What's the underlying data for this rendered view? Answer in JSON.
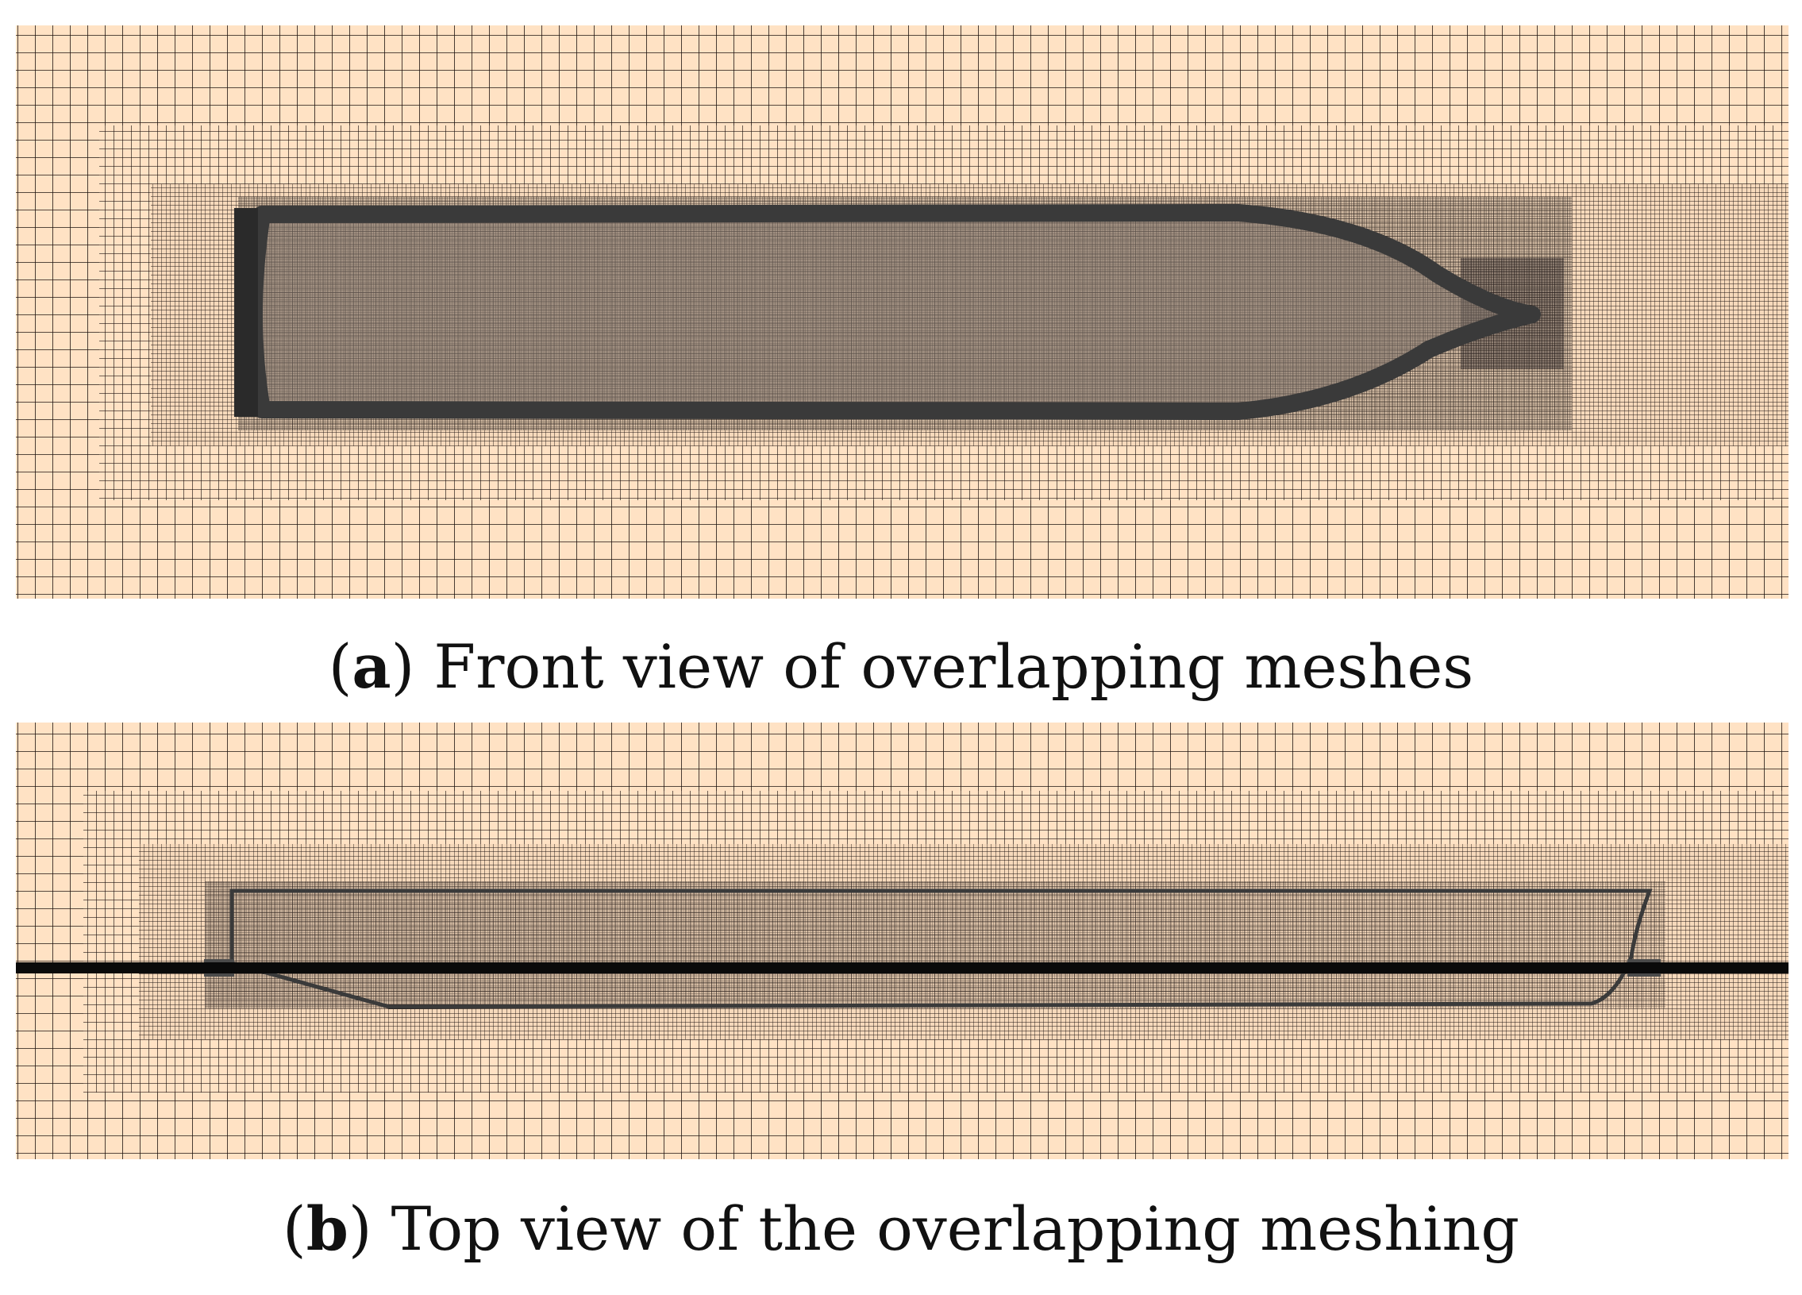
{
  "figure": {
    "panels": [
      {
        "id": "a",
        "letter": "a",
        "caption": "Front view of overlapping meshes"
      },
      {
        "id": "b",
        "letter": "b",
        "caption": "Top view of the overlapping meshing"
      }
    ],
    "colors": {
      "background_mesh_fill": "#FFE2C4",
      "grid_line": "#1e1410",
      "hull_outline": "#3a3a3a",
      "waterline": "#0a0a0a"
    }
  }
}
